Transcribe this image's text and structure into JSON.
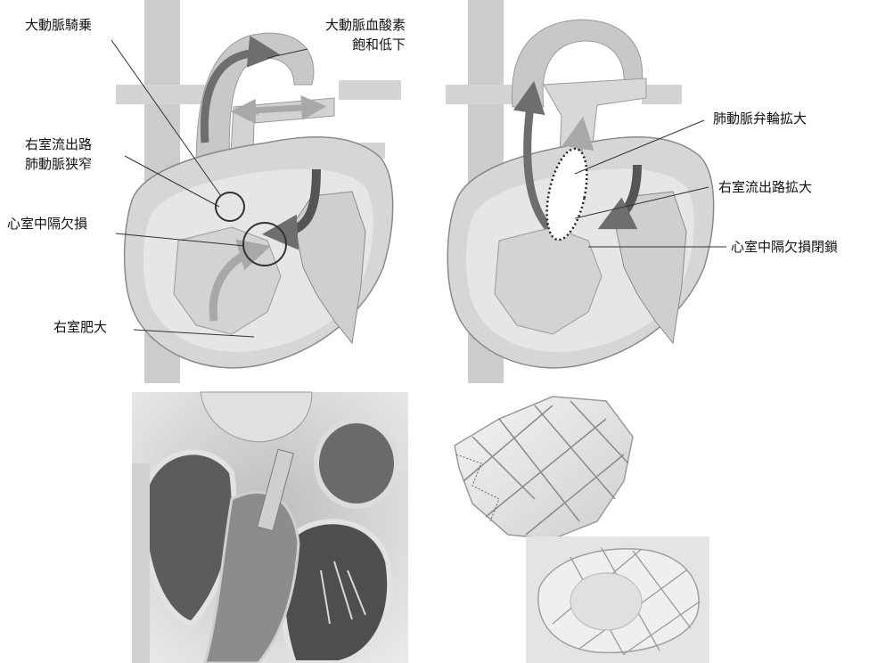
{
  "labels": {
    "aortic_override": "大動脈騎乗",
    "aortic_desat_line1": "大動脈血酸素",
    "aortic_desat_line2": "飽和低下",
    "rvot_stenosis_line1": "右室流出路",
    "rvot_stenosis_line2": "肺動脈狭窄",
    "vsd": "心室中隔欠損",
    "rv_hypertrophy": "右室肥大",
    "pulm_annulus_enlarge": "肺動脈弁輪拡大",
    "rvot_enlarge": "右室流出路拡大",
    "vsd_closure": "心室中隔欠損閉鎖"
  },
  "colors": {
    "heart_wall": "#d6d6d6",
    "heart_inner": "#e8e8e8",
    "vessel": "#c4c4c4",
    "arrow_dark": "#6e6e6e",
    "arrow_light": "#a8a8a8",
    "leader": "#333333"
  }
}
